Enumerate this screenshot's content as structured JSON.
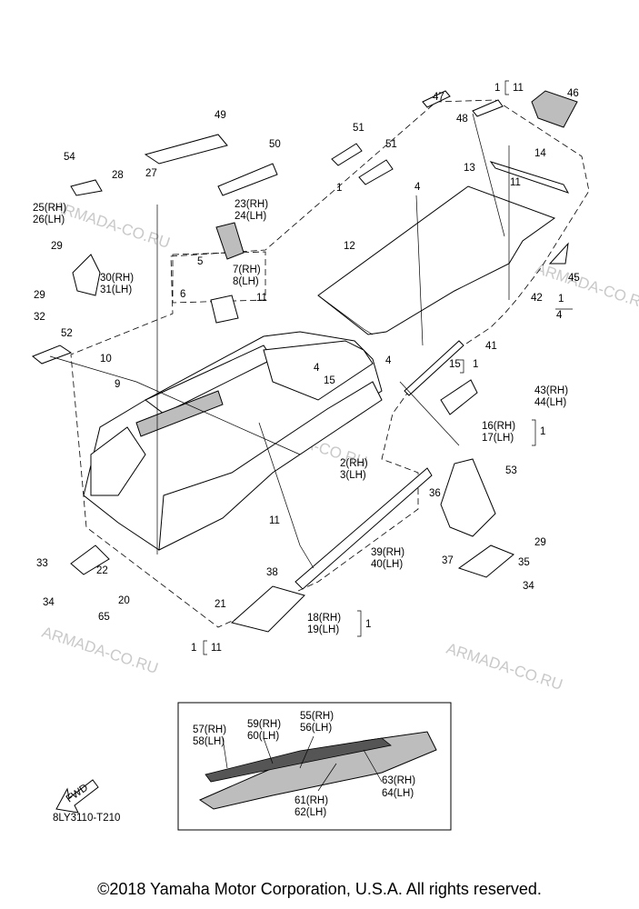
{
  "diagram_code": "8LY3110-T210",
  "fwd_label": "FWD",
  "copyright": "©2018 Yamaha Motor Corporation, U.S.A. All rights reserved.",
  "watermark": "ARMADA-CO.RU",
  "callouts": {
    "c1a": "1",
    "c11a": "11",
    "c46": "46",
    "c47": "47",
    "c48": "48",
    "c49": "49",
    "c50": "50",
    "c51a": "51",
    "c51b": "51",
    "c14": "14",
    "c13": "13",
    "c4a": "4",
    "c11b": "11",
    "c1b": "1",
    "c54": "54",
    "c28": "28",
    "c27": "27",
    "c23": "23(RH)",
    "c24": "24(LH)",
    "c25": "25(RH)",
    "c26": "26(LH)",
    "c29a": "29",
    "c12": "12",
    "c5": "5",
    "c7": "7(RH)",
    "c8": "8(LH)",
    "c6": "6",
    "c11c": "11",
    "c30": "30(RH)",
    "c31": "31(LH)",
    "c29b": "29",
    "c32": "32",
    "c42": "42",
    "c1c": "1",
    "c4b": "4",
    "c45": "45",
    "c52": "52",
    "c41": "41",
    "c10": "10",
    "c4c": "4",
    "c4d": "4",
    "c15a": "15",
    "c9": "9",
    "c15b": "15",
    "c1d": "1",
    "c43": "43(RH)",
    "c44": "44(LH)",
    "c16": "16(RH)",
    "c17": "17(LH)",
    "c1e": "1",
    "c2": "2(RH)",
    "c3": "3(LH)",
    "c53": "53",
    "c36": "36",
    "c11d": "11",
    "c39": "39(RH)",
    "c40": "40(LH)",
    "c29c": "29",
    "c37": "37",
    "c35": "35",
    "c33": "33",
    "c22": "22",
    "c38": "38",
    "c34a": "34",
    "c34b": "34",
    "c20": "20",
    "c65": "65",
    "c21": "21",
    "c18": "18(RH)",
    "c19": "19(LH)",
    "c1f": "1",
    "c1g": "1",
    "c11e": "11",
    "c57": "57(RH)",
    "c58": "58(LH)",
    "c59": "59(RH)",
    "c60": "60(LH)",
    "c55": "55(RH)",
    "c56": "56(LH)",
    "c63": "63(RH)",
    "c64": "64(LH)",
    "c61": "61(RH)",
    "c62": "62(LH)"
  }
}
